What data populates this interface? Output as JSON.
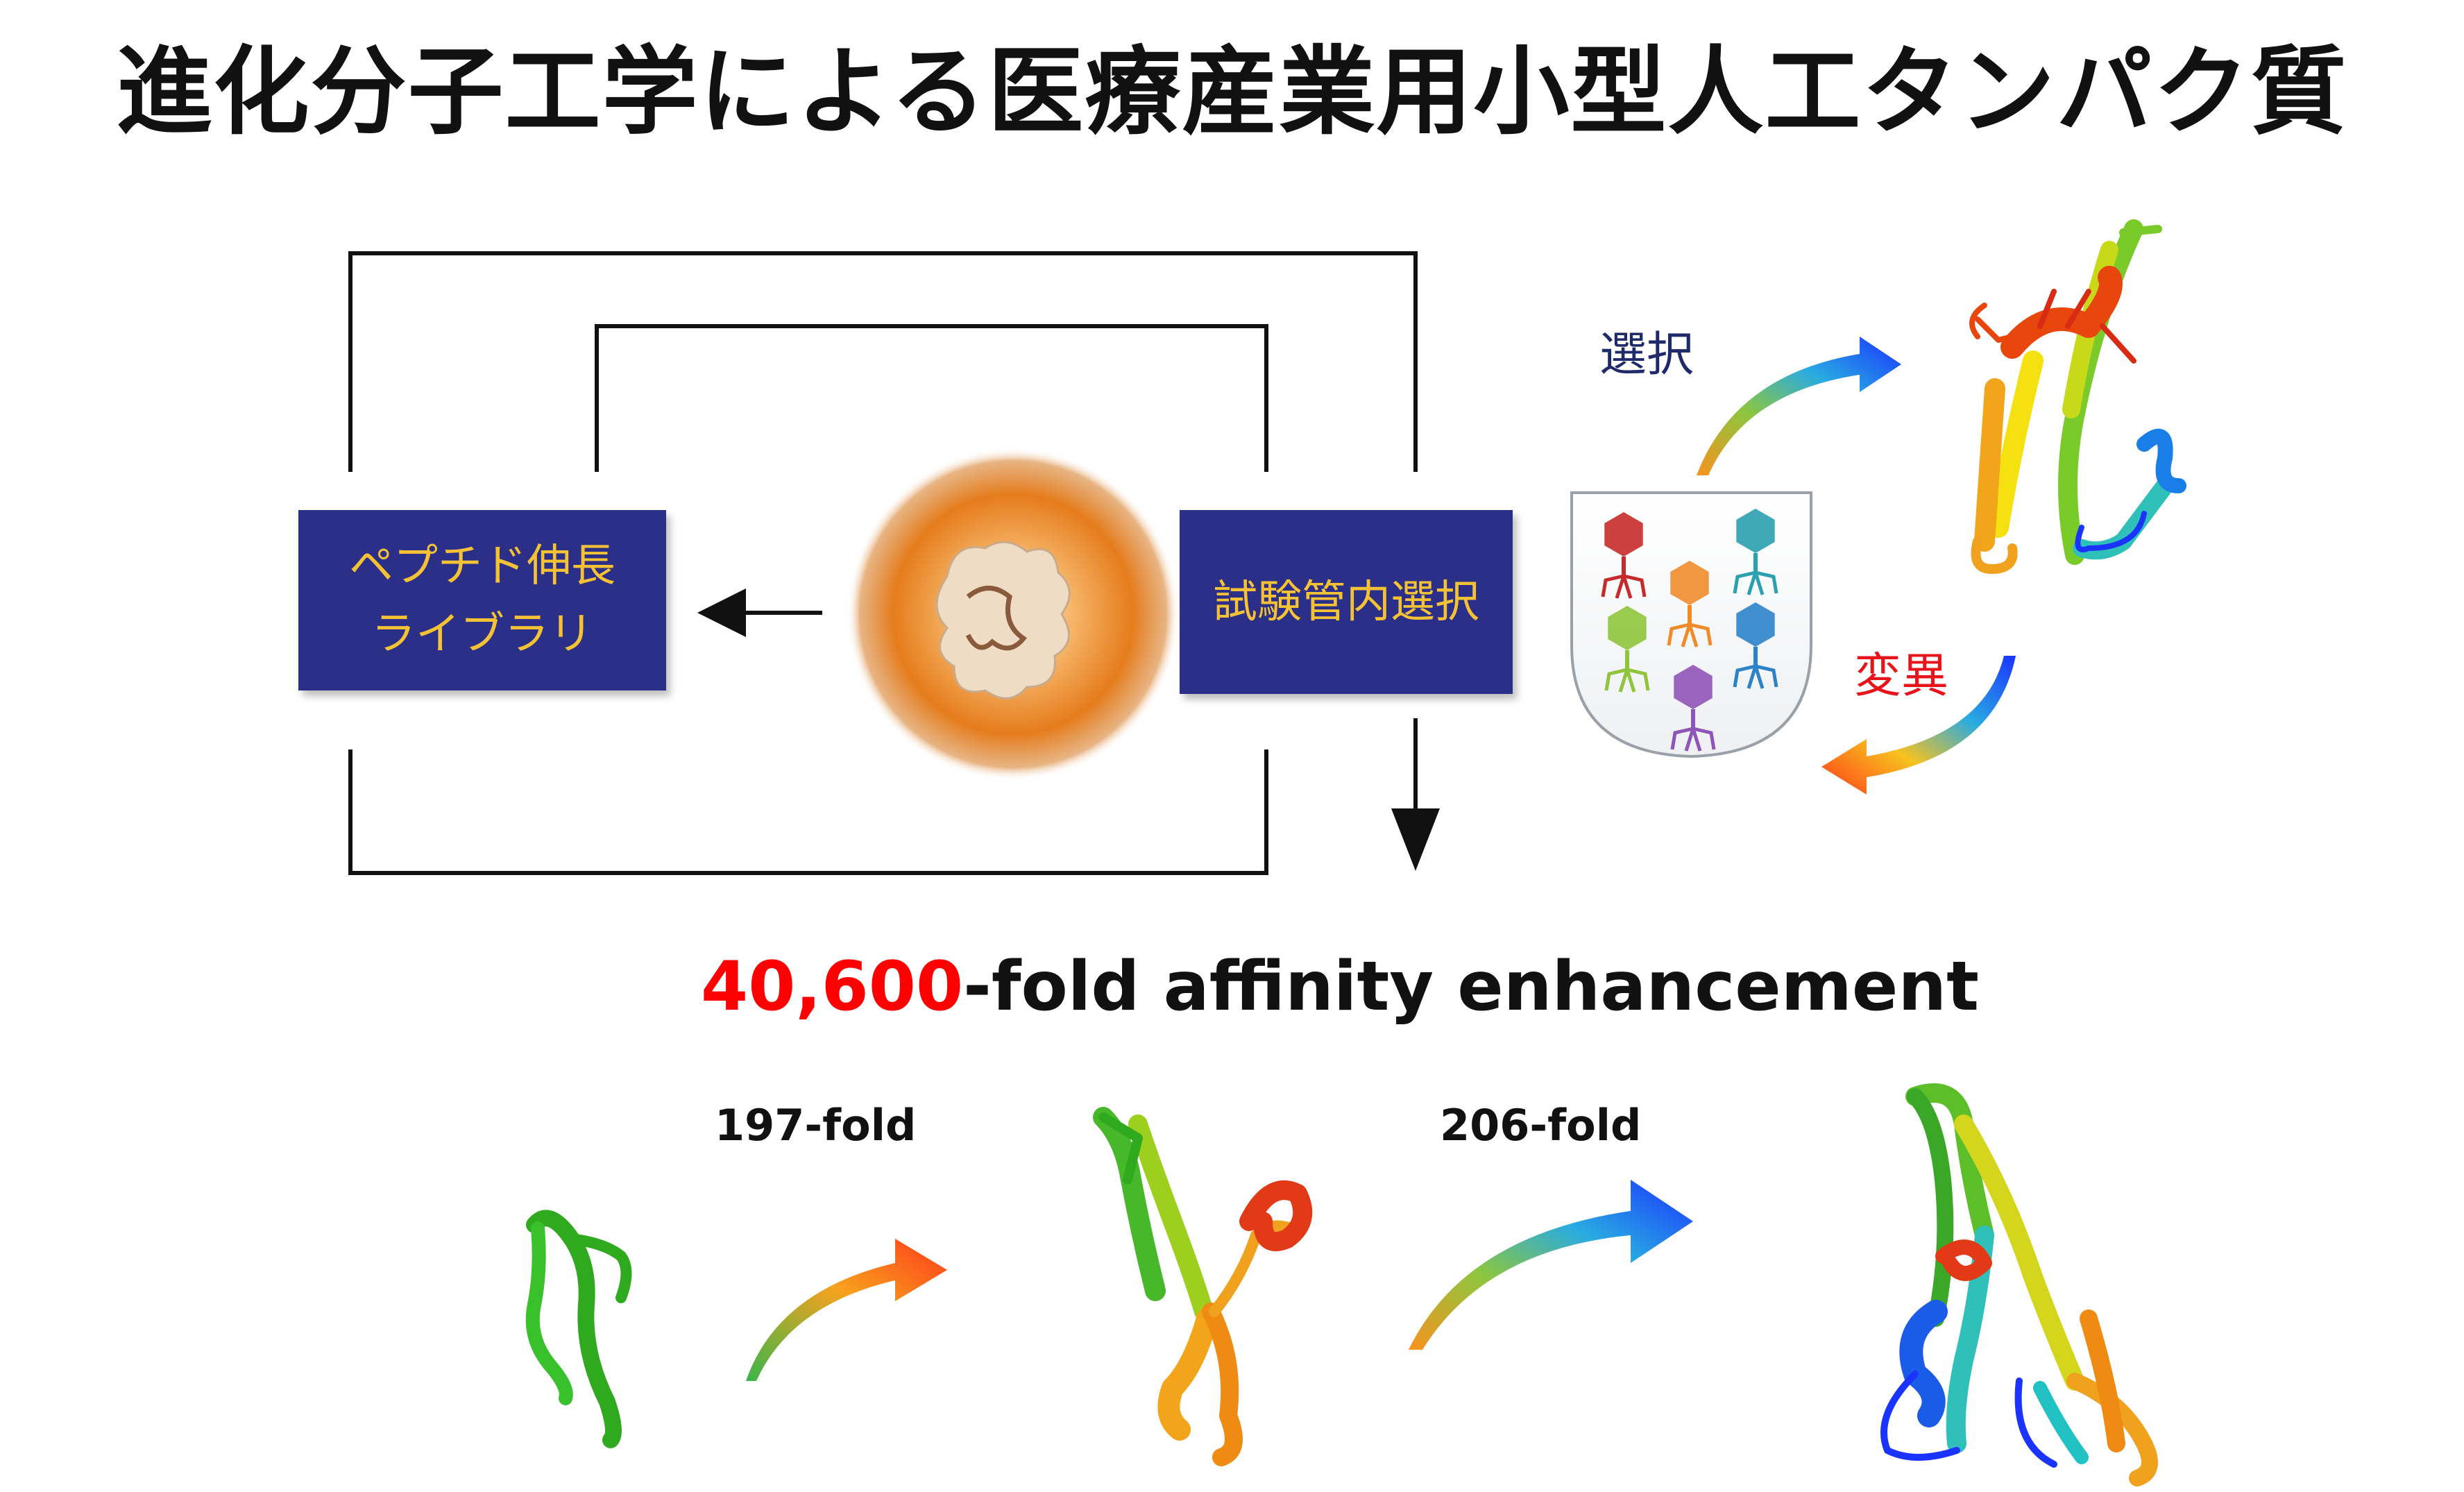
{
  "title": "進化分子工学による医療産業用小型人工タンパク質",
  "box_library": {
    "line1": "ペプチド伸長",
    "line2": "ライブラリ"
  },
  "box_selection": {
    "label": "試験管内選択"
  },
  "cycle": {
    "select_label": "選択",
    "mutate_label": "変異"
  },
  "headline": {
    "number": "40,600",
    "suffix": "-fold affinity enhancement"
  },
  "steps": [
    {
      "label": "197-fold"
    },
    {
      "label": "206-fold"
    }
  ],
  "colors": {
    "box_fill": "#2b2f87",
    "box_text": "#f4c234",
    "select_label": "#1f2a6b",
    "mutate_label": "#e8141c",
    "headline_number": "#ff0000"
  },
  "phages": [
    {
      "color": "#c62b2b"
    },
    {
      "color": "#2aa0b0"
    },
    {
      "color": "#f08b2c"
    },
    {
      "color": "#8fc43b"
    },
    {
      "color": "#2c83c9"
    },
    {
      "color": "#8e54b8"
    }
  ]
}
